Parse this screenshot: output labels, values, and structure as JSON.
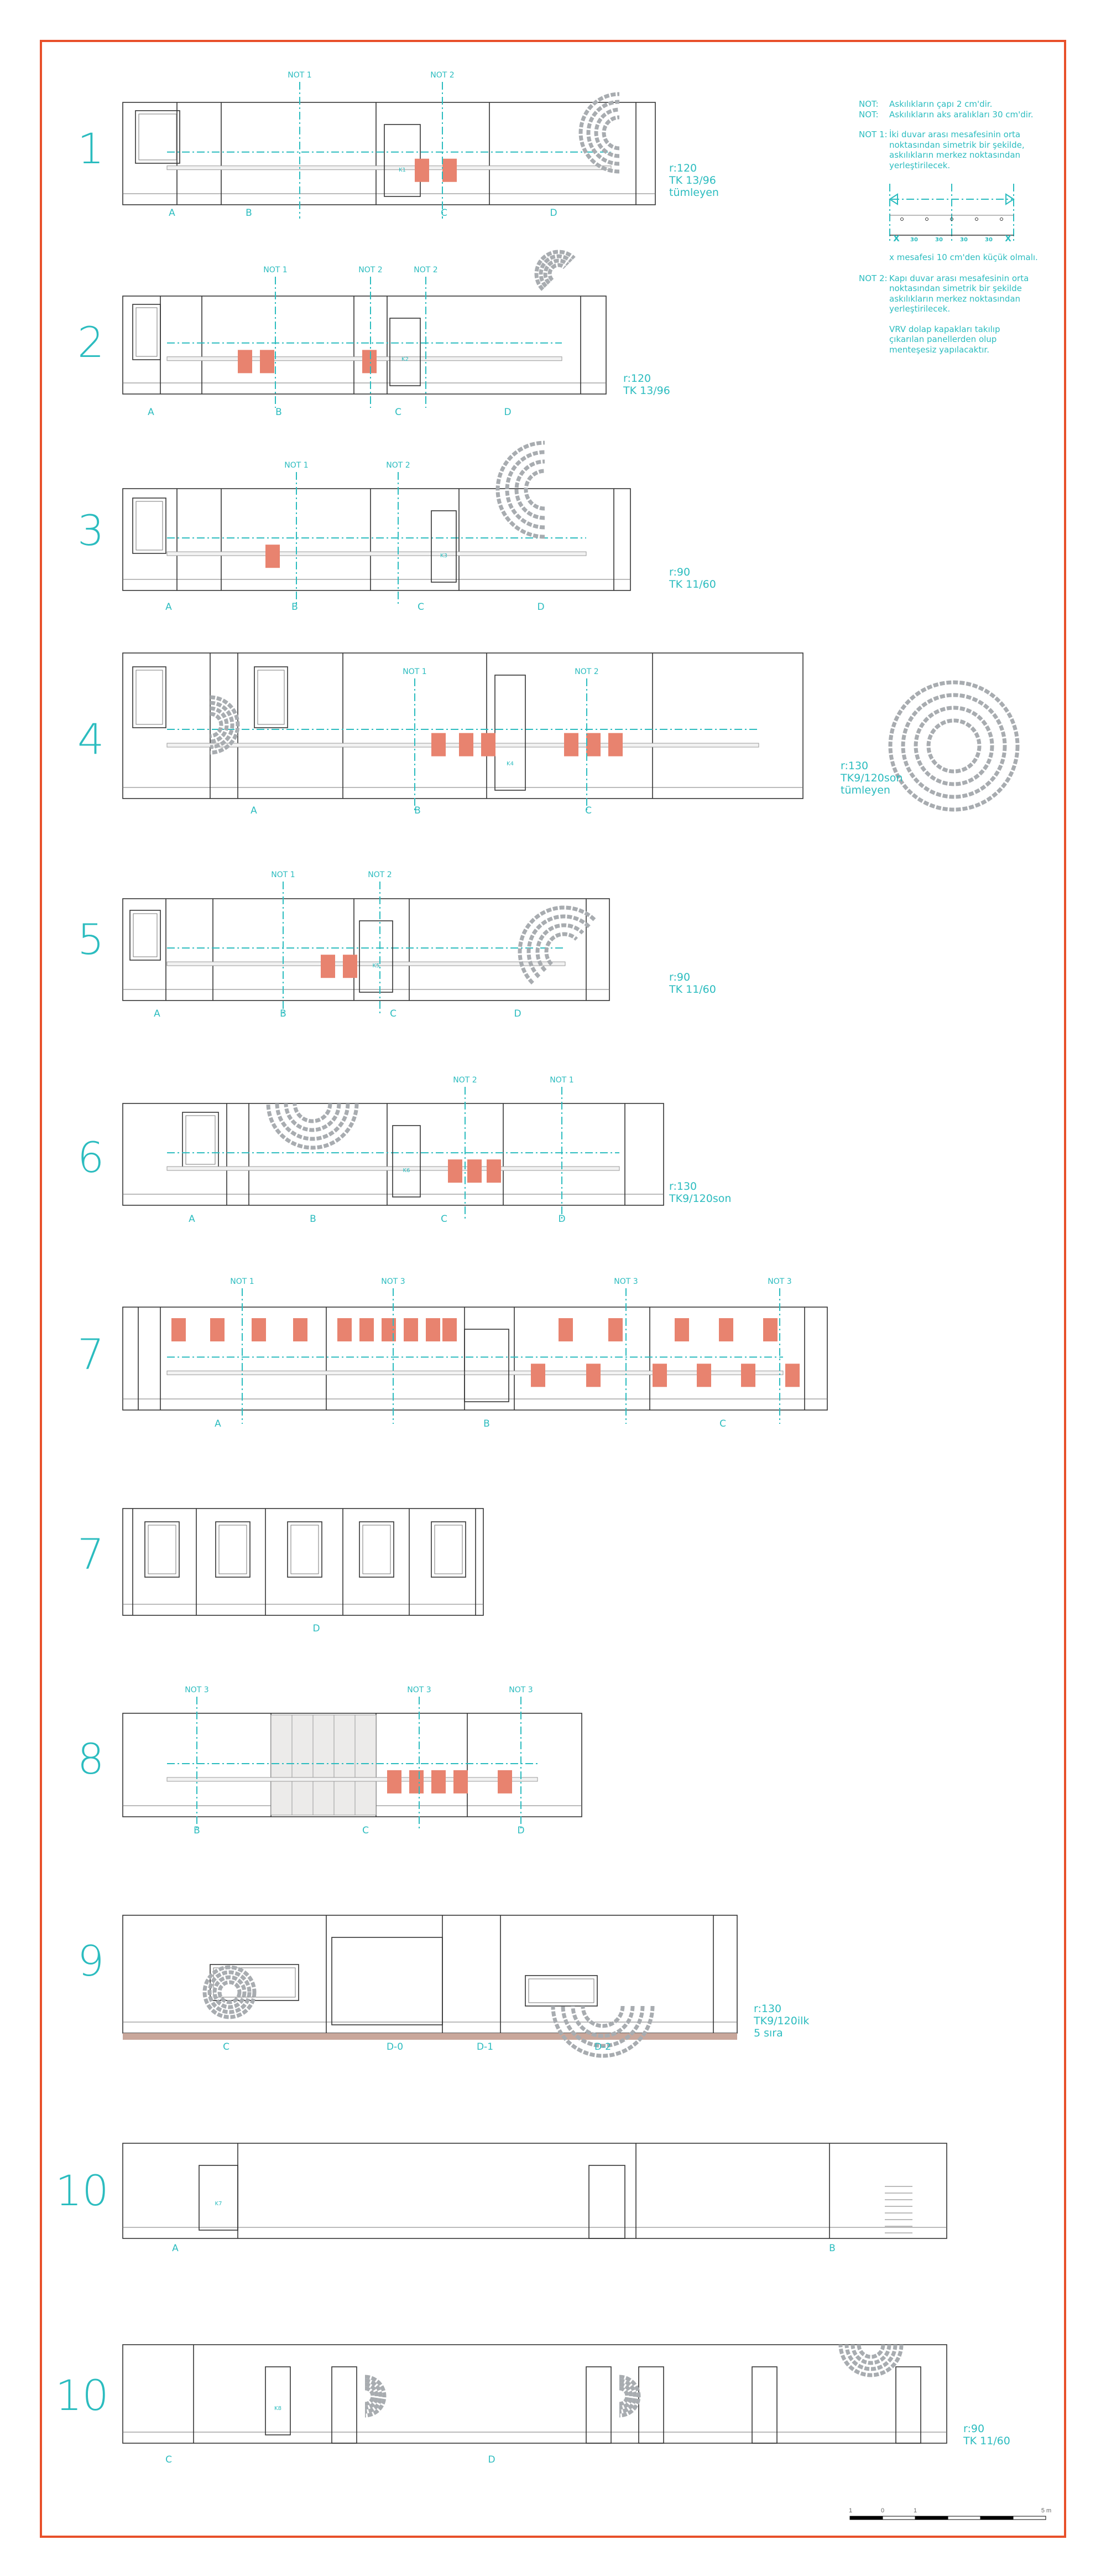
{
  "colors": {
    "accent": "#2bbcbf",
    "border": "#e8502a",
    "furniture": "#e8836f",
    "pattern": "#a8acb0"
  },
  "general_notes": {
    "lines": [
      {
        "label": "NOT:",
        "text": "Askılıkların çapı 2 cm'dir."
      },
      {
        "label": "NOT:",
        "text": "Askılıkların aks aralıkları 30 cm'dir."
      }
    ],
    "not1": {
      "label": "NOT 1:",
      "lines": [
        "İki duvar arası mesafesinin orta",
        "noktasından simetrik bir şekilde,",
        "askılıkların merkez noktasından",
        "yerleştirilecek."
      ]
    },
    "diagram": {
      "spacing_labels": [
        "X",
        "30",
        "30",
        "30",
        "30",
        "X"
      ]
    },
    "x_note": "x mesafesi 10 cm'den küçük olmalı.",
    "not2": {
      "label": "NOT 2:",
      "lines": [
        "Kapı duvar arası mesafesinin orta",
        "noktasından simetrik bir şekilde",
        "askılıkların merkez noktasından",
        "yerleştirilecek."
      ]
    },
    "vrv": [
      "VRV dolap kapakları takılıp",
      "çıkarılan panellerden olup",
      "menteşesiz yapılacaktır."
    ]
  },
  "elevations": [
    {
      "number": "1",
      "notes": [
        "NOT 1",
        "NOT 2"
      ],
      "axes": [
        "A",
        "B",
        "C",
        "D"
      ],
      "scale": [
        "r:120",
        "TK 13/96",
        "tümleyen"
      ],
      "door_label": "K1"
    },
    {
      "number": "2",
      "notes": [
        "NOT 1",
        "NOT 2",
        "NOT 2"
      ],
      "axes": [
        "A",
        "B",
        "C",
        "D"
      ],
      "scale": [
        "r:120",
        "TK 13/96"
      ],
      "door_label": "K2"
    },
    {
      "number": "3",
      "notes": [
        "NOT 1",
        "NOT 2"
      ],
      "axes": [
        "A",
        "B",
        "C",
        "D"
      ],
      "scale": [
        "r:90",
        "TK 11/60"
      ],
      "door_label": "K3"
    },
    {
      "number": "4",
      "notes": [
        "NOT 1",
        "NOT 2"
      ],
      "axes": [
        "A",
        "B",
        "C"
      ],
      "scale": [
        "r:130",
        "TK9/120son",
        "tümleyen"
      ],
      "door_label": "K4"
    },
    {
      "number": "5",
      "notes": [
        "NOT 1",
        "NOT 2"
      ],
      "axes": [
        "A",
        "B",
        "C",
        "D"
      ],
      "scale": [
        "r:90",
        "TK 11/60"
      ],
      "door_label": "K5"
    },
    {
      "number": "6",
      "notes": [
        "NOT 2",
        "NOT 1"
      ],
      "axes": [
        "A",
        "B",
        "C",
        "D"
      ],
      "scale": [
        "r:130",
        "TK9/120son"
      ],
      "door_label": "K6"
    },
    {
      "number": "7",
      "notes": [
        "NOT 1",
        "NOT 3",
        "NOT 3",
        "NOT 3"
      ],
      "axes": [
        "A",
        "B",
        "C"
      ],
      "scale": []
    },
    {
      "number": "7",
      "notes": [],
      "axes": [
        "D"
      ],
      "scale": []
    },
    {
      "number": "8",
      "notes": [
        "NOT 3",
        "NOT 3",
        "NOT 3"
      ],
      "axes": [
        "B",
        "C",
        "D"
      ],
      "scale": []
    },
    {
      "number": "9",
      "notes": [],
      "axes": [
        "C",
        "D-0",
        "D-1",
        "D-2"
      ],
      "scale": [
        "r:130",
        "TK9/120ilk",
        "5 sıra"
      ]
    },
    {
      "number": "10",
      "notes": [],
      "axes": [
        "A",
        "B"
      ],
      "scale": [],
      "door_label": "K7"
    },
    {
      "number": "10",
      "notes": [],
      "axes": [
        "C",
        "D"
      ],
      "scale": [
        "r:90",
        "TK 11/60"
      ],
      "door_label": "K8"
    }
  ],
  "scale_bar": {
    "labels": [
      "1",
      "0",
      "1",
      "5 m"
    ]
  }
}
